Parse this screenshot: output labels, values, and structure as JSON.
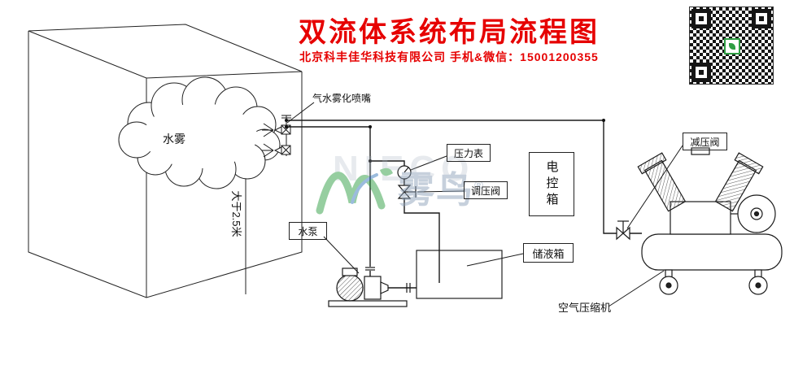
{
  "header": {
    "title": "双流体系统布局流程图",
    "subtitle": "北京科丰佳华科技有限公司 手机&微信：15001200355"
  },
  "labels": {
    "nozzle": "气水雾化喷嘴",
    "mist": "水雾",
    "height": "大于2.5米",
    "pressure_gauge": "压力表",
    "regulator_valve": "调压阀",
    "control_box": "电控箱",
    "storage_tank": "储液箱",
    "water_pump": "水泵",
    "reducing_valve": "减压阀",
    "air_compressor": "空气压缩机"
  },
  "watermark": {
    "latin": "NIECO",
    "brand": "雾鸟",
    "registered": "®"
  },
  "colors": {
    "title_red": "#e60000",
    "line": "#1a1a1a",
    "watermark_green": "#2f9e44",
    "watermark_gray_blue": "#8fa3ba"
  }
}
